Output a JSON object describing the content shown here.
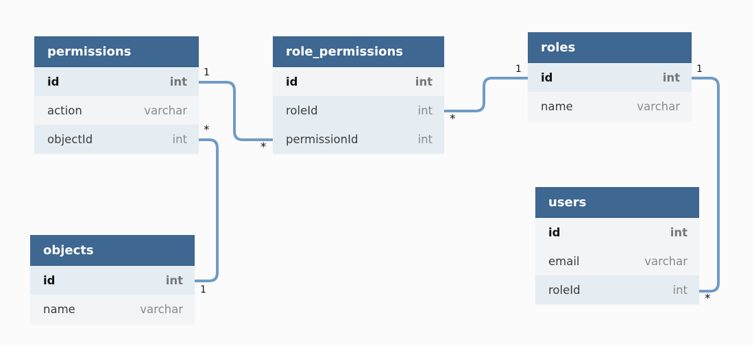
{
  "tables": [
    {
      "key": "permissions",
      "name": "permissions",
      "columns": [
        {
          "name": "id",
          "type": "int",
          "pk": true
        },
        {
          "name": "action",
          "type": "varchar"
        },
        {
          "name": "objectId",
          "type": "int"
        }
      ]
    },
    {
      "key": "role_permissions",
      "name": "role_permissions",
      "columns": [
        {
          "name": "id",
          "type": "int",
          "pk": true
        },
        {
          "name": "roleId",
          "type": "int"
        },
        {
          "name": "permissionId",
          "type": "int"
        }
      ]
    },
    {
      "key": "roles",
      "name": "roles",
      "columns": [
        {
          "name": "id",
          "type": "int",
          "pk": true
        },
        {
          "name": "name",
          "type": "varchar"
        }
      ]
    },
    {
      "key": "objects",
      "name": "objects",
      "columns": [
        {
          "name": "id",
          "type": "int",
          "pk": true
        },
        {
          "name": "name",
          "type": "varchar"
        }
      ]
    },
    {
      "key": "users",
      "name": "users",
      "columns": [
        {
          "name": "id",
          "type": "int",
          "pk": true
        },
        {
          "name": "email",
          "type": "varchar"
        },
        {
          "name": "roleId",
          "type": "int"
        }
      ]
    }
  ],
  "relationships": [
    {
      "from": "permissions.id",
      "from_card": "1",
      "to": "role_permissions.permissionId",
      "to_card": "*"
    },
    {
      "from": "roles.id",
      "from_card": "1",
      "to": "role_permissions.roleId",
      "to_card": "*"
    },
    {
      "from": "objects.id",
      "from_card": "1",
      "to": "permissions.objectId",
      "to_card": "*"
    },
    {
      "from": "roles.id",
      "from_card": "1",
      "to": "users.roleId",
      "to_card": "*"
    }
  ],
  "colors": {
    "header": "#3e6791",
    "connector": "#6f9bc6",
    "row_light": "#e5edf3",
    "row_gray": "#f3f4f5",
    "background": "#fbfbfb"
  }
}
